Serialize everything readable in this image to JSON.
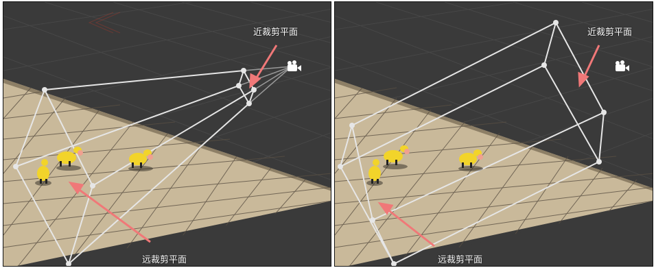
{
  "left_view": {
    "near_label": "近裁剪平面",
    "far_label": "远裁剪平面"
  },
  "right_view": {
    "near_label": "近裁剪平面",
    "far_label": "远裁剪平面"
  },
  "colors": {
    "viewport_bg": "#3a3a3a",
    "ground": "#c9b99a",
    "grid_line": "#5a5043",
    "frustum": "#e6e6e6",
    "arrow": "#f07878",
    "camera": "#ffffff",
    "cow": "#f2d42a"
  },
  "icons": [
    "camera-icon",
    "cow-model"
  ]
}
